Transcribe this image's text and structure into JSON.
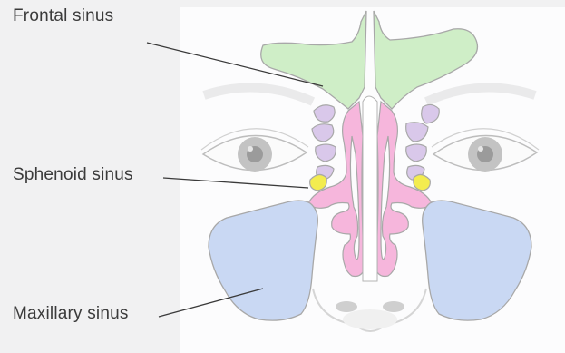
{
  "labels": {
    "frontal": "Frontal sinus",
    "sphenoid": "Sphenoid sinus",
    "maxillary": "Maxillary sinus"
  },
  "colors": {
    "background": "#f1f1f2",
    "face_panel": "#ffffff",
    "frontal_sinus": "#cfeec7",
    "ethmoid_cells": "#d9c8ea",
    "sphenoid_sinus": "#f3ec4f",
    "nasal_cavity": "#f6b6dc",
    "maxillary_sinus": "#c9d8f3",
    "outline": "#a9a9a9",
    "leader_line": "#3a3a3a"
  }
}
